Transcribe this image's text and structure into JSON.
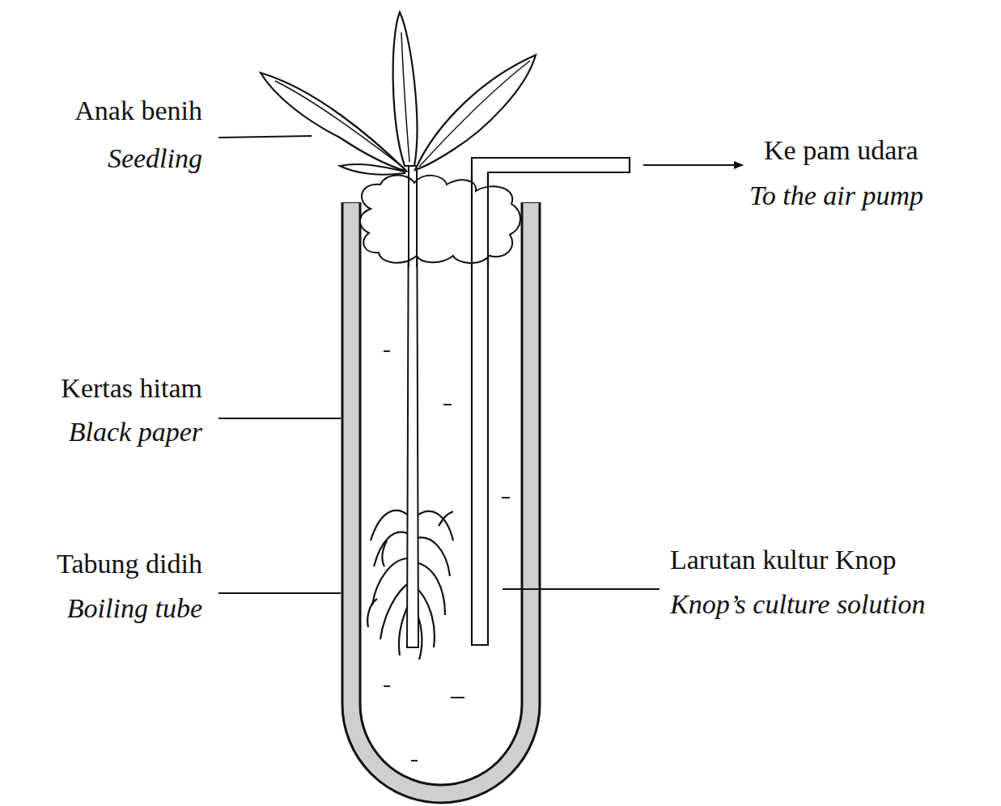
{
  "diagram": {
    "labels": [
      "Anak benih",
      "Seedling",
      "Ke pam udara",
      "To the air pump",
      "Kertas hitam",
      "Black paper",
      "Tabung didih",
      "Boiling tube",
      "Larutan kultur Knop",
      "Knop’s culture solution"
    ]
  }
}
